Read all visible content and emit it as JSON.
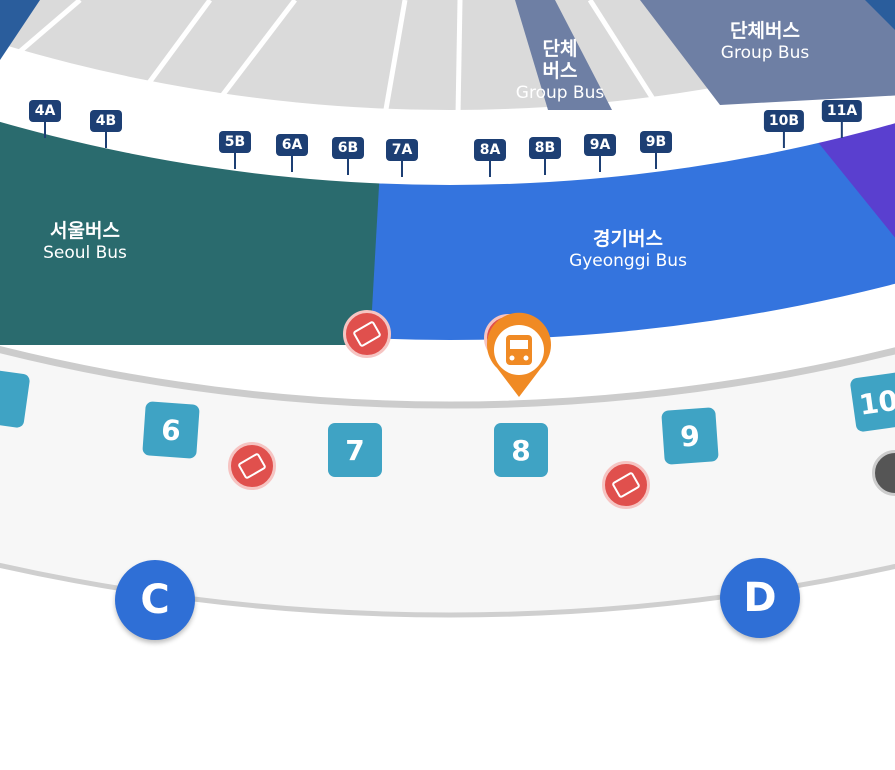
{
  "areas": {
    "seoul": {
      "ko": "서울버스",
      "en": "Seoul Bus",
      "color": "#2a6b6e"
    },
    "gyeonggi": {
      "ko": "경기버스",
      "en": "Gyeonggi Bus",
      "color": "#3474de"
    },
    "group_small": {
      "ko1": "단체",
      "ko2": "버스",
      "en": "Group Bus",
      "color": "#6e7fa4"
    },
    "group_large": {
      "ko": "단체버스",
      "en": "Group Bus",
      "color": "#6e7fa4"
    }
  },
  "stops": [
    "4A",
    "4B",
    "5B",
    "6A",
    "6B",
    "7A",
    "8A",
    "8B",
    "9A",
    "9B",
    "10B",
    "11A"
  ],
  "gates": [
    "6",
    "7",
    "8",
    "9",
    "10"
  ],
  "zones": [
    "C",
    "D"
  ],
  "icons": {
    "marker": "bus-location-pin-icon",
    "ticket": "ticket-office-icon"
  },
  "colors": {
    "marker": "#f08a24",
    "ticket": "#e0504d",
    "gate": "#3fa3c4",
    "stop": "#1d3f74",
    "zone": "#2f6fd6"
  }
}
